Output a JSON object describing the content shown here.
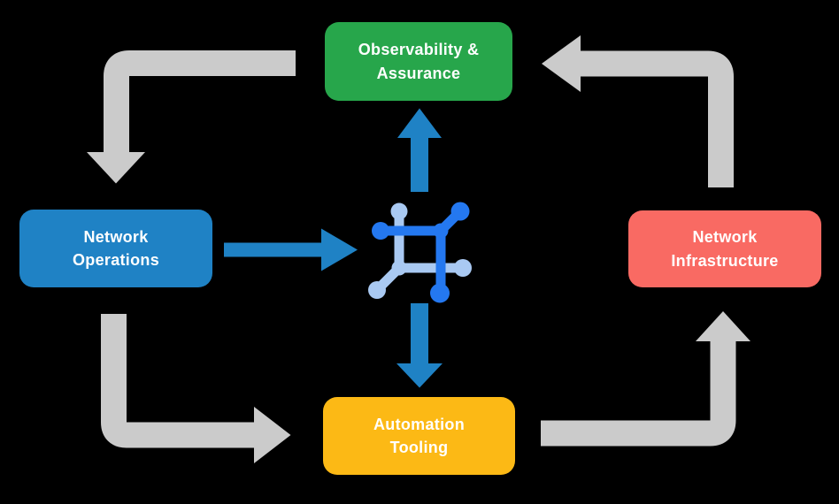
{
  "diagram": {
    "type": "cycle-flow",
    "background_color": "#000000",
    "nodes": {
      "observability": {
        "line1": "Observability &",
        "line2": "Assurance",
        "color": "#27a64b",
        "text_color": "#ffffff"
      },
      "operations": {
        "line1": "Network",
        "line2": "Operations",
        "color": "#1f82c5",
        "text_color": "#ffffff"
      },
      "infrastructure": {
        "line1": "Network",
        "line2": "Infrastructure",
        "color": "#f96a63",
        "text_color": "#ffffff"
      },
      "tooling": {
        "line1": "Automation",
        "line2": "Tooling",
        "color": "#fcb915",
        "text_color": "#ffffff"
      }
    },
    "center_icon": {
      "name": "network-platform-icon",
      "color_primary": "#2478f0",
      "color_secondary": "#a9c9f2"
    },
    "arrows": {
      "gray_color": "#cbcbcb",
      "blue_color": "#1f82c5",
      "edges": [
        {
          "from": "observability",
          "to": "operations",
          "style": "gray-elbow"
        },
        {
          "from": "operations",
          "to": "tooling",
          "style": "gray-elbow"
        },
        {
          "from": "tooling",
          "to": "infrastructure",
          "style": "gray-elbow"
        },
        {
          "from": "infrastructure",
          "to": "observability",
          "style": "gray-elbow"
        },
        {
          "from": "operations",
          "to": "center-icon",
          "style": "blue-straight"
        },
        {
          "from": "center-icon",
          "to": "observability",
          "style": "blue-straight"
        },
        {
          "from": "center-icon",
          "to": "tooling",
          "style": "blue-straight"
        }
      ]
    }
  }
}
